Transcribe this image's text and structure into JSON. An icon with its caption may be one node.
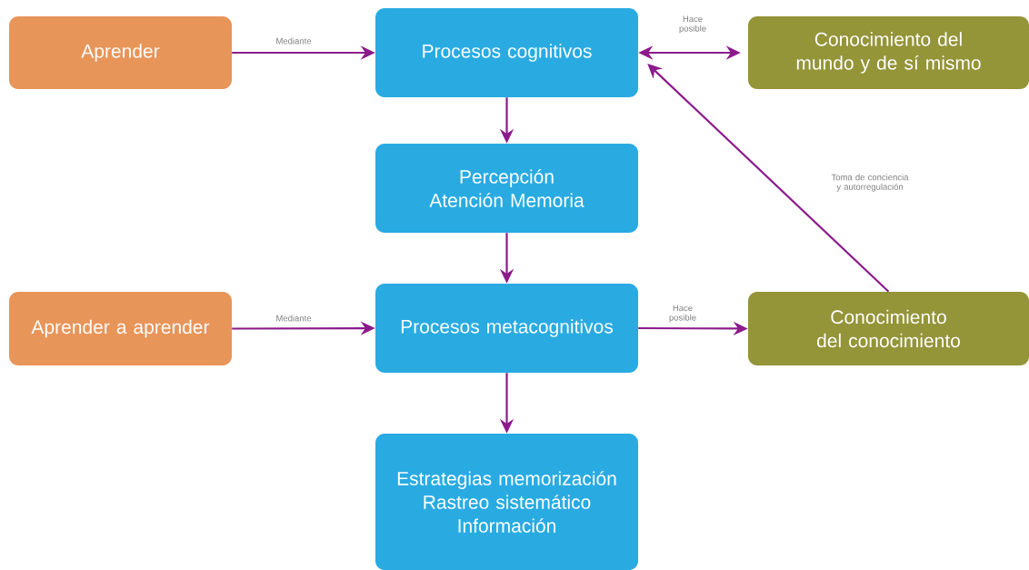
{
  "diagram": {
    "nodes": [
      {
        "text": [
          "Aprender"
        ]
      },
      {
        "text": [
          "Procesos cognitivos"
        ]
      },
      {
        "text": [
          "Conocimiento del mundo y de sí mismo"
        ]
      },
      {
        "text": [
          "Percepción Atención Memoria"
        ]
      },
      {
        "text": [
          "Aprender a aprender"
        ]
      },
      {
        "text": [
          "Procesos metacognitivos"
        ]
      },
      {
        "text": [
          "Conocimiento del conocimiento"
        ]
      },
      {
        "text": [
          "Estrategias memorización Rastreo sistemático Información"
        ]
      }
    ],
    "edges": [
      {
        "from": 0,
        "to": 1,
        "arrow": "to",
        "label": "Mediante"
      },
      {
        "from": 1,
        "to": 2,
        "arrow": "both",
        "label": "Hace posible"
      },
      {
        "from": 1,
        "to": 3,
        "arrow": "to"
      },
      {
        "from": 3,
        "to": 5,
        "arrow": "to"
      },
      {
        "from": 4,
        "to": 5,
        "arrow": "to",
        "label": "Mediante"
      },
      {
        "from": 5,
        "to": 6,
        "arrow": "to",
        "label": "Hace posible"
      },
      {
        "from": 5,
        "to": 7,
        "arrow": "to"
      },
      {
        "from": 6,
        "to": 1,
        "arrow": "to",
        "label": "Toma de conciencia y autorregulación"
      }
    ]
  }
}
